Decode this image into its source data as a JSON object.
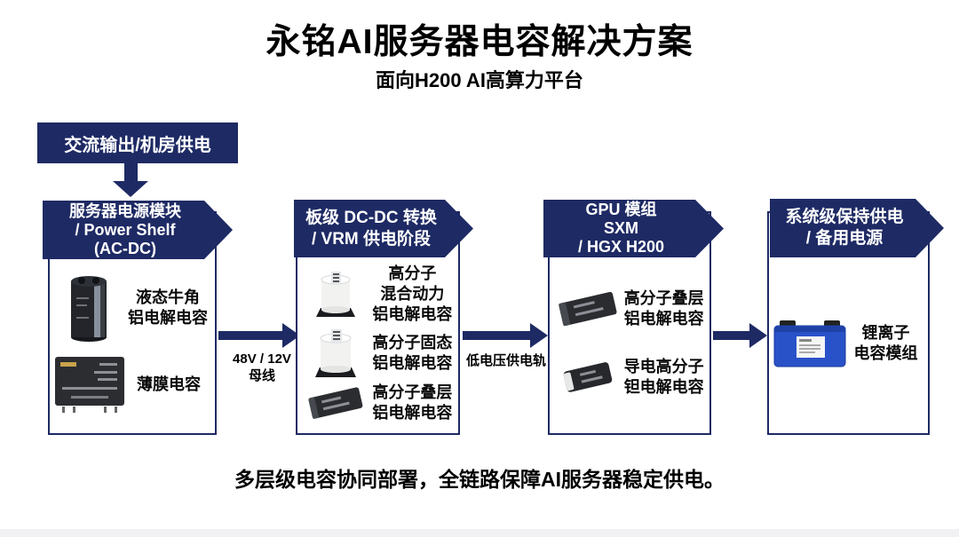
{
  "title": "永铭AI服务器电容解决方案",
  "subtitle": "面向H200 AI高算力平台",
  "source": {
    "label": "交流输出/机房供电"
  },
  "stages": [
    {
      "header": "服务器电源模块\n/ Power Shelf\n(AC-DC)",
      "items": [
        {
          "image": "snap-in-aluminum-electrolytic-capacitor",
          "label": "液态牛角\n铝电解电容"
        },
        {
          "image": "film-capacitor",
          "label": "薄膜电容"
        }
      ]
    },
    {
      "header": "板级 DC-DC 转换\n/ VRM 供电阶段",
      "items": [
        {
          "image": "smd-hybrid-polymer-capacitor",
          "label": "高分子\n混合动力\n铝电解电容"
        },
        {
          "image": "smd-solid-polymer-capacitor",
          "label": "高分子固态\n铝电解电容"
        },
        {
          "image": "stacked-polymer-chip-capacitor",
          "label": "高分子叠层\n铝电解电容"
        }
      ]
    },
    {
      "header": "GPU 模组\nSXM\n/ HGX H200",
      "items": [
        {
          "image": "stacked-polymer-chip-capacitor",
          "label": "高分子叠层\n铝电解电容"
        },
        {
          "image": "conductive-polymer-tantalum-capacitor",
          "label": "导电高分子\n钽电解电容"
        }
      ]
    },
    {
      "header": "系统级保持供电\n/ 备用电源",
      "items": [
        {
          "image": "lithium-ion-capacitor-module",
          "label": "锂离子\n电容模组"
        }
      ]
    }
  ],
  "flow_arrows": [
    {
      "label": "48V / 12V\n母线"
    },
    {
      "label": "低电压供电轨"
    },
    {
      "label": ""
    }
  ],
  "footer": "多层级电容协同部署，全链路保障AI服务器稳定供电。",
  "colors": {
    "navy": "#1e2a64",
    "module_blue": "#2a52c8"
  }
}
